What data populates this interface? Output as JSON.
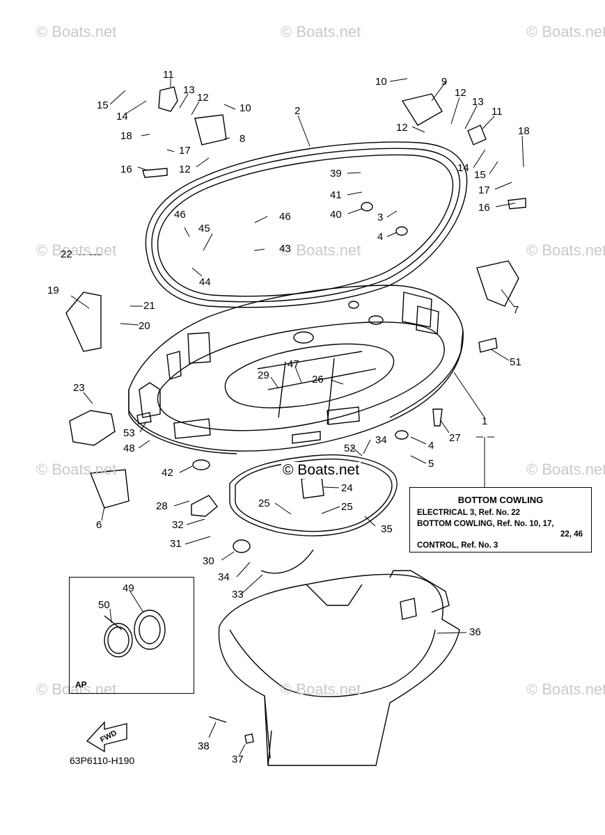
{
  "watermark": "© Boats.net",
  "center_watermark": "© Boats.net",
  "diagram_code": "63P6110-H190",
  "inset_label": "AP",
  "fwd_label": "FWD",
  "info_box": {
    "title": "BOTTOM COWLING",
    "line1": "ELECTRICAL 3,  Ref. No. 22",
    "line2": "BOTTOM COWLING,  Ref. No. 10, 17,",
    "line3": "22, 46",
    "line4": "CONTROL,  Ref. No. 3"
  },
  "callouts": [
    {
      "id": "c11a",
      "text": "11"
    },
    {
      "id": "c13a",
      "text": "13"
    },
    {
      "id": "c12a",
      "text": "12"
    },
    {
      "id": "c15a",
      "text": "15"
    },
    {
      "id": "c14a",
      "text": "14"
    },
    {
      "id": "c10a",
      "text": "10"
    },
    {
      "id": "c18a",
      "text": "18"
    },
    {
      "id": "c8",
      "text": "8"
    },
    {
      "id": "c17a",
      "text": "17"
    },
    {
      "id": "c16a",
      "text": "16"
    },
    {
      "id": "c12b",
      "text": "12"
    },
    {
      "id": "c2",
      "text": "2"
    },
    {
      "id": "c10b",
      "text": "10"
    },
    {
      "id": "c9",
      "text": "9"
    },
    {
      "id": "c12c",
      "text": "12"
    },
    {
      "id": "c13b",
      "text": "13"
    },
    {
      "id": "c11b",
      "text": "11"
    },
    {
      "id": "c12d",
      "text": "12"
    },
    {
      "id": "c18b",
      "text": "18"
    },
    {
      "id": "c14b",
      "text": "14"
    },
    {
      "id": "c15b",
      "text": "15"
    },
    {
      "id": "c17b",
      "text": "17"
    },
    {
      "id": "c16b",
      "text": "16"
    },
    {
      "id": "c39",
      "text": "39"
    },
    {
      "id": "c41",
      "text": "41"
    },
    {
      "id": "c40",
      "text": "40"
    },
    {
      "id": "c3",
      "text": "3"
    },
    {
      "id": "c4a",
      "text": "4"
    },
    {
      "id": "c46a",
      "text": "46"
    },
    {
      "id": "c46b",
      "text": "46"
    },
    {
      "id": "c45",
      "text": "45"
    },
    {
      "id": "c43",
      "text": "43"
    },
    {
      "id": "c44",
      "text": "44"
    },
    {
      "id": "c22",
      "text": "22"
    },
    {
      "id": "c19",
      "text": "19"
    },
    {
      "id": "c21",
      "text": "21"
    },
    {
      "id": "c20",
      "text": "20"
    },
    {
      "id": "c7",
      "text": "7"
    },
    {
      "id": "c51",
      "text": "51"
    },
    {
      "id": "c47",
      "text": "47"
    },
    {
      "id": "c29",
      "text": "29"
    },
    {
      "id": "c26",
      "text": "26"
    },
    {
      "id": "c23",
      "text": "23"
    },
    {
      "id": "c53",
      "text": "53"
    },
    {
      "id": "c48",
      "text": "48"
    },
    {
      "id": "c27",
      "text": "27"
    },
    {
      "id": "c1",
      "text": "1"
    },
    {
      "id": "c34a",
      "text": "34"
    },
    {
      "id": "c52",
      "text": "52"
    },
    {
      "id": "c4b",
      "text": "4"
    },
    {
      "id": "c5",
      "text": "5"
    },
    {
      "id": "c42",
      "text": "42"
    },
    {
      "id": "c24",
      "text": "24"
    },
    {
      "id": "c6",
      "text": "6"
    },
    {
      "id": "c28",
      "text": "28"
    },
    {
      "id": "c25a",
      "text": "25"
    },
    {
      "id": "c25b",
      "text": "25"
    },
    {
      "id": "c32",
      "text": "32"
    },
    {
      "id": "c35",
      "text": "35"
    },
    {
      "id": "c31",
      "text": "31"
    },
    {
      "id": "c30",
      "text": "30"
    },
    {
      "id": "c34b",
      "text": "34"
    },
    {
      "id": "c33",
      "text": "33"
    },
    {
      "id": "c49",
      "text": "49"
    },
    {
      "id": "c50",
      "text": "50"
    },
    {
      "id": "c36",
      "text": "36"
    },
    {
      "id": "c38",
      "text": "38"
    },
    {
      "id": "c37",
      "text": "37"
    }
  ]
}
